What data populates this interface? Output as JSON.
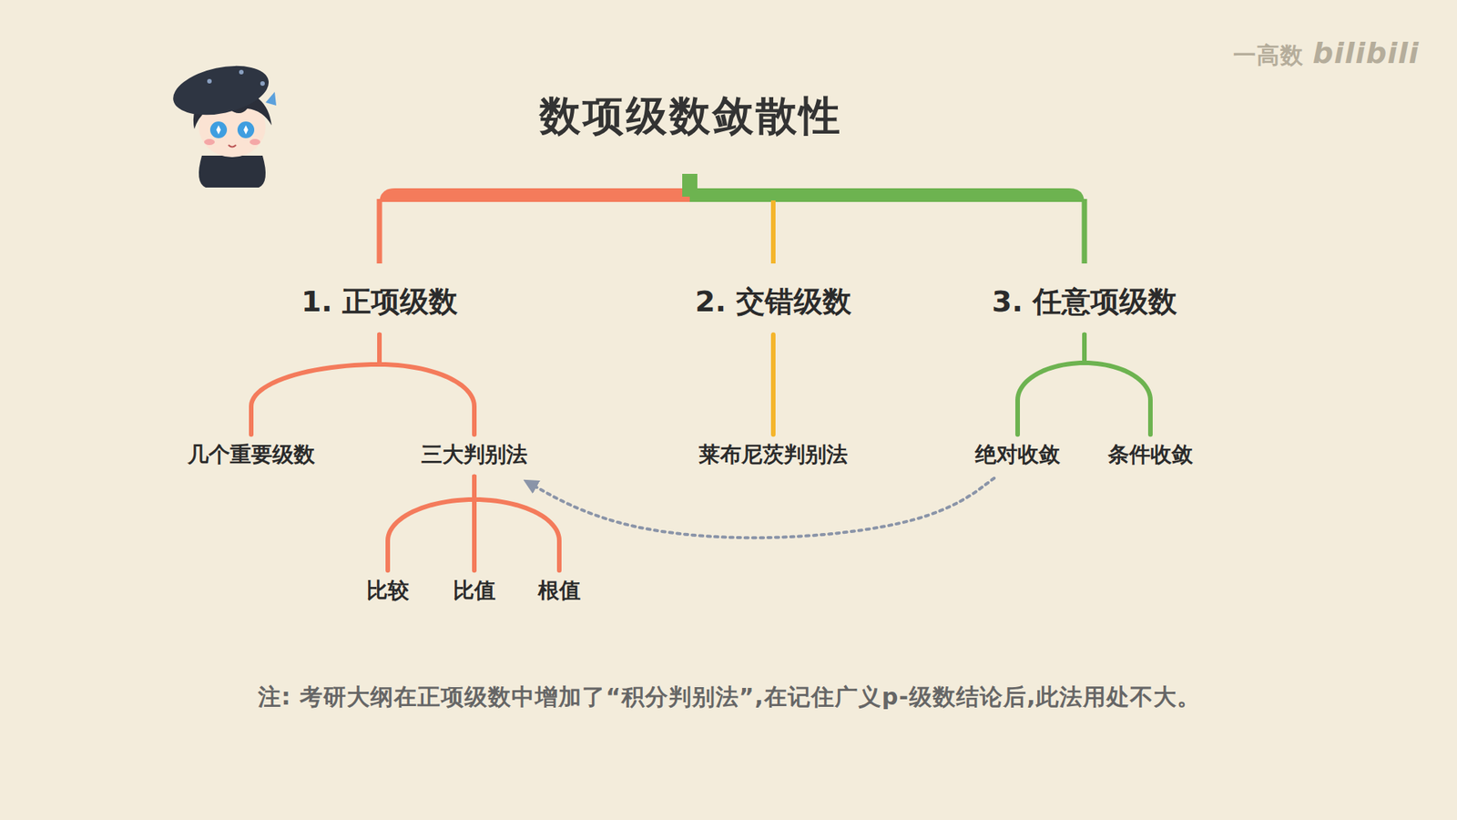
{
  "diagram": {
    "title": "数项级数敛散性",
    "nodes": [
      {
        "text": [
          "1. 正项级数"
        ]
      },
      {
        "text": [
          "2. 交错级数"
        ]
      },
      {
        "text": [
          "3. 任意项级数"
        ]
      },
      {
        "text": [
          "几个重要级数"
        ]
      },
      {
        "text": [
          "三大判别法"
        ]
      },
      {
        "text": [
          "莱布尼茨判别法"
        ]
      },
      {
        "text": [
          "绝对收敛"
        ]
      },
      {
        "text": [
          "条件收敛"
        ]
      },
      {
        "text": [
          "比较"
        ]
      },
      {
        "text": [
          "比值"
        ]
      },
      {
        "text": [
          "根值"
        ]
      }
    ],
    "edges": [
      {
        "from": 0,
        "to": 3,
        "arrow": "none"
      },
      {
        "from": 0,
        "to": 4,
        "arrow": "none"
      },
      {
        "from": 1,
        "to": 5,
        "arrow": "none"
      },
      {
        "from": 2,
        "to": 6,
        "arrow": "none"
      },
      {
        "from": 2,
        "to": 7,
        "arrow": "none"
      },
      {
        "from": 4,
        "to": 8,
        "arrow": "none"
      },
      {
        "from": 4,
        "to": 9,
        "arrow": "none"
      },
      {
        "from": 4,
        "to": 10,
        "arrow": "none"
      },
      {
        "from": 6,
        "to": 4,
        "arrow": "to"
      }
    ],
    "labels": [
      "一高数",
      "bilibili",
      "注: 考研大纲在正项级数中增加了“积分判别法”,在记住广义p-级数结论后,此法用处不大。"
    ]
  }
}
